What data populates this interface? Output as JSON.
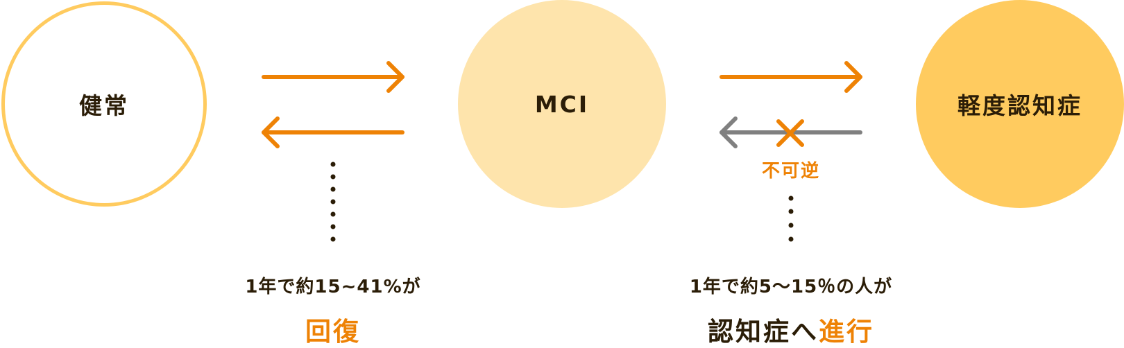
{
  "colors": {
    "accent_orange": "#ee8205",
    "arrow_gray": "#808080",
    "text_dark": "#2b1d07",
    "circle_outline": "#ffcb5f",
    "circle_mci_fill": "#fee4ac",
    "circle_dementia_fill": "#ffcb5f"
  },
  "stages": [
    {
      "label": "健常"
    },
    {
      "label": "MCI"
    },
    {
      "label": "軽度認知症"
    }
  ],
  "transitions": {
    "healthy_mci": {
      "forward_arrow": "arrow-right-icon",
      "backward_arrow": "arrow-left-icon",
      "caption_line1": "1年で約15~41%が",
      "caption_line2": "回復"
    },
    "mci_dementia": {
      "forward_arrow": "arrow-right-icon",
      "backward_arrow": "arrow-left-blocked-icon",
      "blocked_mark": "cross-icon",
      "irreversible_label": "不可逆",
      "caption_line1": "1年で約5～15％の人が",
      "caption_line2_dark": "認知症へ",
      "caption_line2_accent": "進行"
    }
  }
}
